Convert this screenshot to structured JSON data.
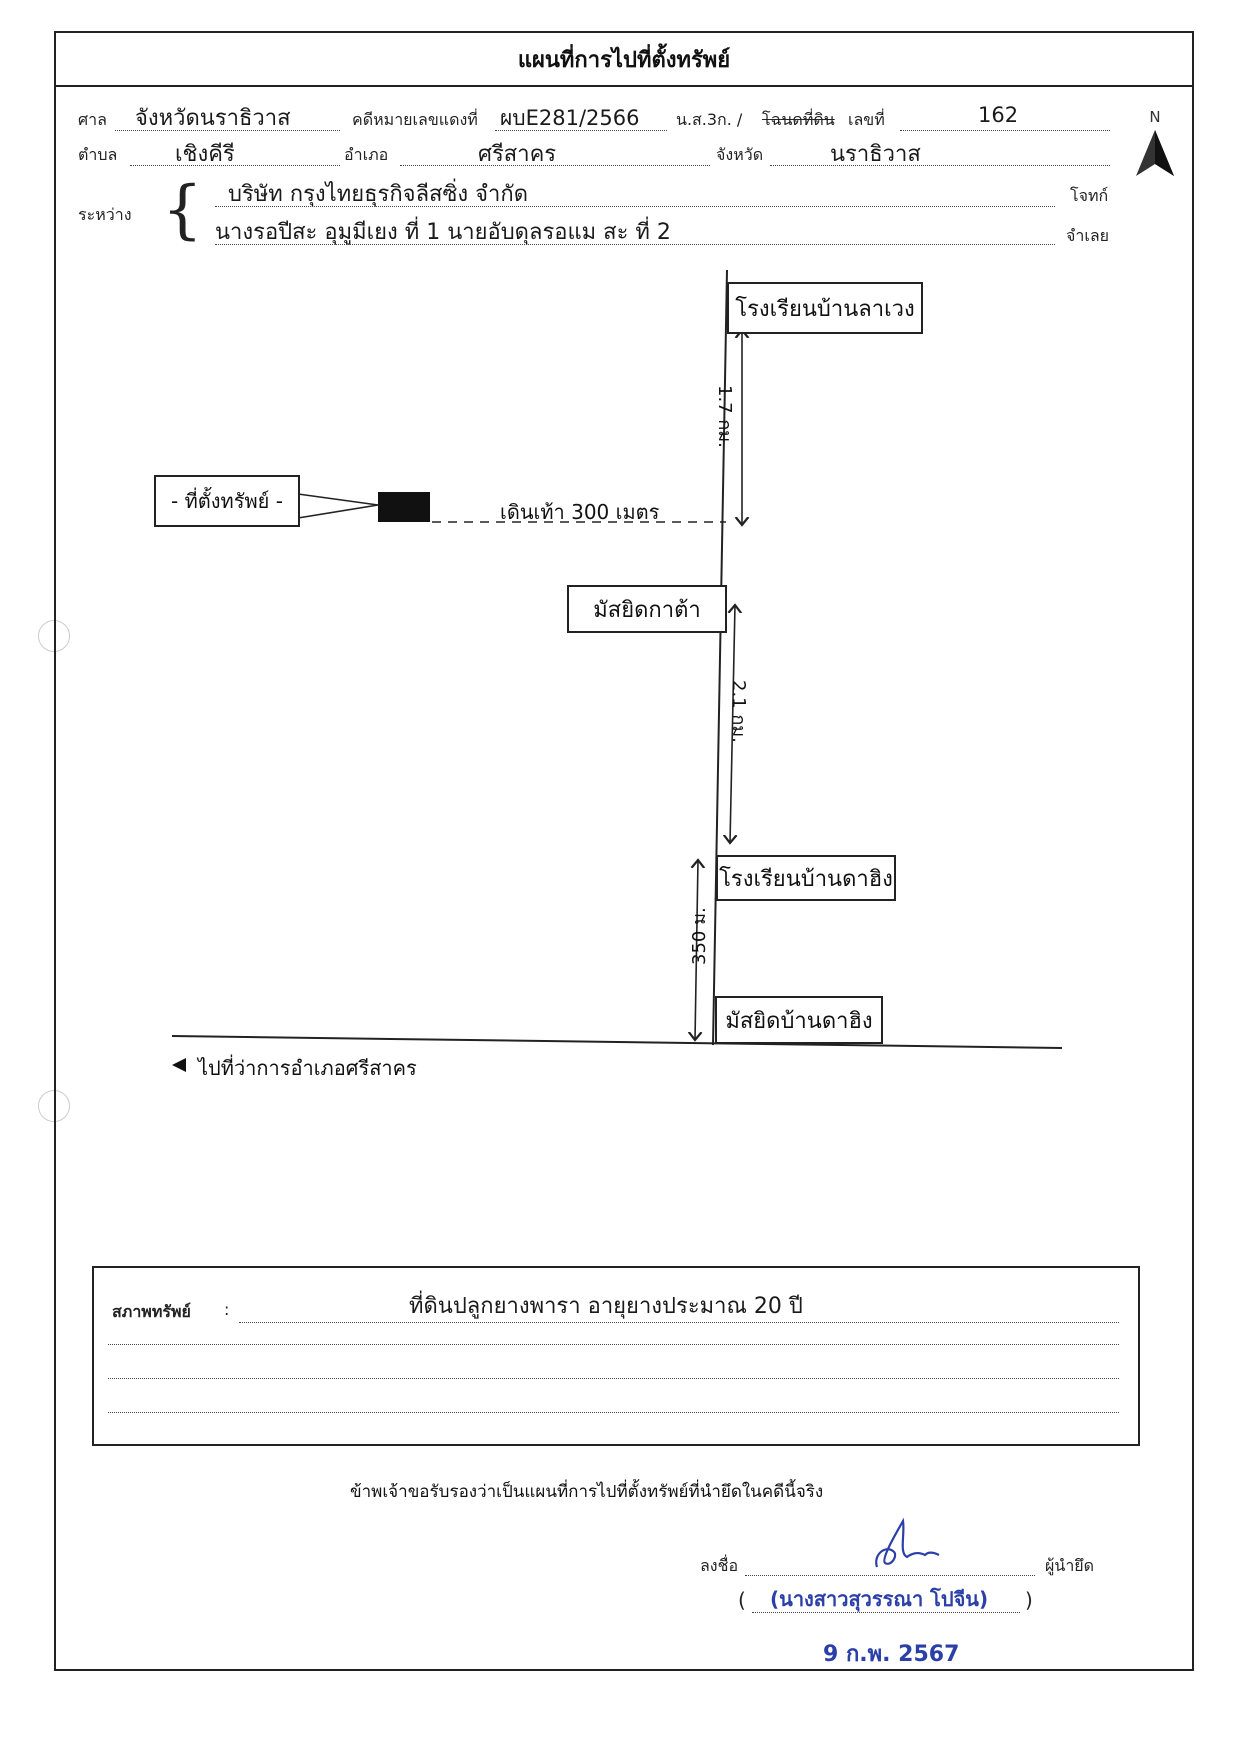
{
  "header": {
    "title": "แผนที่การไปที่ตั้งทรัพย์",
    "court_label": "ศาล",
    "court_value": "จังหวัดนราธิวาส",
    "case_label": "คดีหมายเลขแดงที่",
    "case_value": "ผบE281/2566",
    "deed_label_prefix": "น.ส.3ก. /",
    "deed_label_struck": "โฉนดที่ดิน",
    "deed_label_suffix": "เลขที่",
    "deed_value": "162",
    "subdistrict_label": "ตำบล",
    "subdistrict_value": "เชิงคีรี",
    "district_label": "อำเภอ",
    "district_value": "ศรีสาคร",
    "province_label": "จังหวัด",
    "province_value": "นราธิวาส",
    "between_label": "ระหว่าง",
    "plaintiff_value": "บริษัท กรุงไทยธุรกิจลีสซิ่ง จำกัด",
    "plaintiff_label": "โจทก์",
    "defendant_value": "นางรอปีสะ อุมูมีเยง ที่ 1 นายอับดุลรอแม สะ ที่ 2",
    "defendant_label": "จำเลย",
    "north_letter": "N"
  },
  "map": {
    "property_label": "- ที่ตั้งทรัพย์ -",
    "walk_label": "เดินเท้า 300 เมตร",
    "school_lawang": "โรงเรียนบ้านลาเวง",
    "dist_top": "1.7 กม.",
    "mosque_gata": "มัสยิดกาต้า",
    "dist_mid": "2.1 กม.",
    "school_dasing": "โรงเรียนบ้านดาฮิง",
    "dist_bottom": "350 ม.",
    "mosque_dasing": "มัสยิดบ้านดาฮิง",
    "to_office": "ไปที่ว่าการอำเภอศรีสาคร"
  },
  "condition": {
    "label": "สภาพทรัพย์",
    "colon": ":",
    "value": "ที่ดินปลูกยางพารา อายุยางประมาณ 20 ปี"
  },
  "certification": {
    "statement": "ข้าพเจ้าขอรับรองว่าเป็นแผนที่การไปที่ตั้งทรัพย์ที่นำยึดในคดีนี้จริง",
    "sign_label": "ลงชื่อ",
    "role_label": "ผู้นำยึด",
    "open_paren": "(",
    "name": "(นางสาวสุวรรณา โปจีน)",
    "close_paren": ")",
    "date": "9 ก.พ. 2567"
  },
  "colors": {
    "ink": "#222222",
    "signature_ink": "#2b3fa8"
  }
}
